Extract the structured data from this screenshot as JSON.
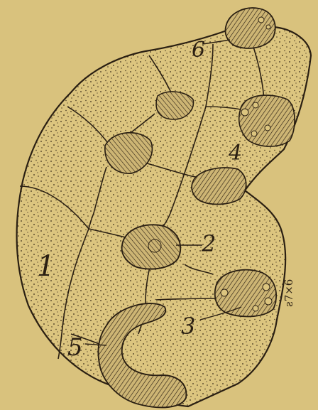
{
  "figure": {
    "background": "#d9c27d",
    "paper": "#dcc57f",
    "ink": "#2a1f12",
    "labels": [
      "1",
      "2",
      "3",
      "4",
      "5",
      "6"
    ],
    "margin_note": "ƨ7×6"
  }
}
